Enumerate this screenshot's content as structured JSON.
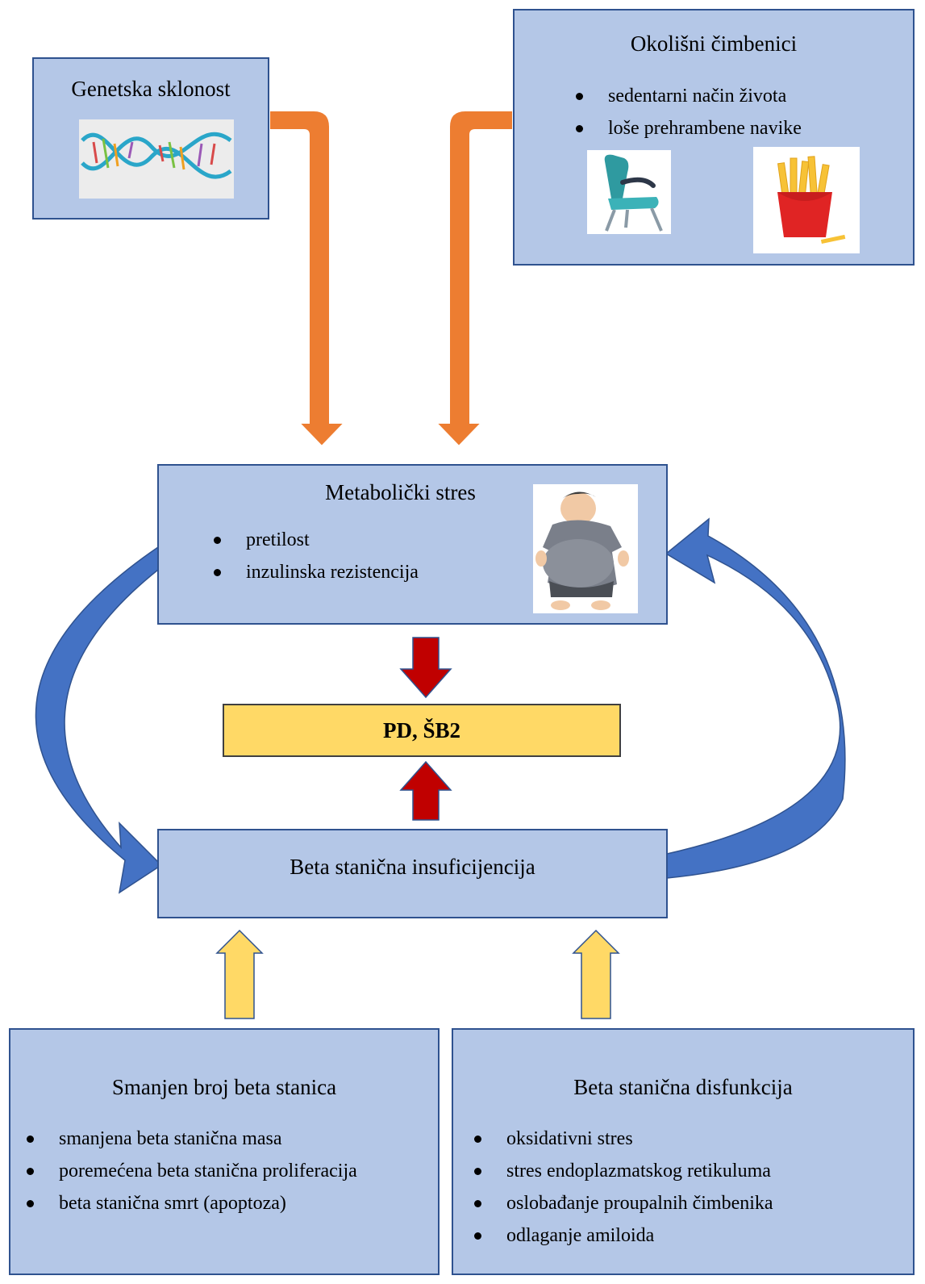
{
  "nodes": {
    "genetic": {
      "title": "Genetska sklonost",
      "image": "dna-icon"
    },
    "environment": {
      "title": "Okolišni čimbenici",
      "items": [
        "sedentarni način života",
        "loše prehrambene navike"
      ],
      "images": [
        "chair-icon",
        "fries-icon"
      ]
    },
    "metabolic": {
      "title": "Metabolički stres",
      "items": [
        "pretilost",
        "inzulinska rezistencija"
      ],
      "image": "obese-person-icon"
    },
    "outcome": {
      "title": "PD, ŠB2"
    },
    "beta_insufficiency": {
      "title": "Beta stanična insuficijencija"
    },
    "reduced_count": {
      "title": "Smanjen broj beta stanica",
      "items": [
        "smanjena beta stanična masa",
        "poremećena beta stanična proliferacija",
        "beta stanična smrt (apoptoza)"
      ]
    },
    "dysfunction": {
      "title": "Beta stanična disfunkcija",
      "items": [
        "oksidativni stres",
        "stres endoplazmatskog retikuluma",
        "oslobađanje proupalnih čimbenika",
        "odlaganje amiloida"
      ]
    }
  },
  "colors": {
    "box_fill": "#b4c7e7",
    "box_border": "#2f528f",
    "outcome_fill": "#ffd966",
    "orange_arrow": "#ed7d31",
    "red_arrow": "#c00000",
    "yellow_arrow": "#ffd966",
    "blue_arrow": "#4472c4"
  }
}
